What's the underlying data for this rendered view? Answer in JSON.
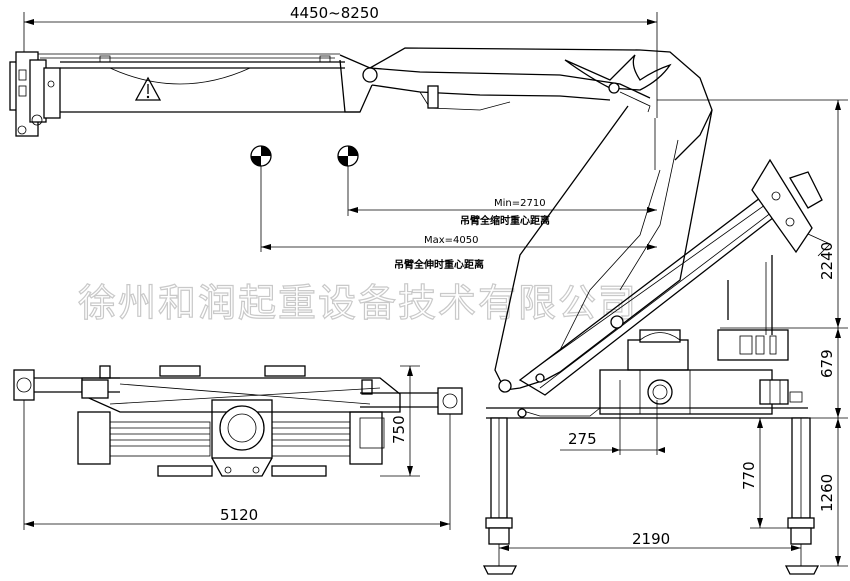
{
  "dimensions": {
    "boom_reach": "4450~8250",
    "total_height": "2240",
    "base_height": "679",
    "outrigger_height": "770",
    "leg_height": "1260",
    "base_width": "2190",
    "column_offset": "275",
    "top_view_height": "750",
    "top_view_length": "5120"
  },
  "center_of_gravity": {
    "min_value": "Min=2710",
    "min_caption": "吊臂全缩时重心距离",
    "max_value": "Max=4050",
    "max_caption": "吊臂全伸时重心距离"
  },
  "watermark": "徐州和润起重设备技术有限公司"
}
